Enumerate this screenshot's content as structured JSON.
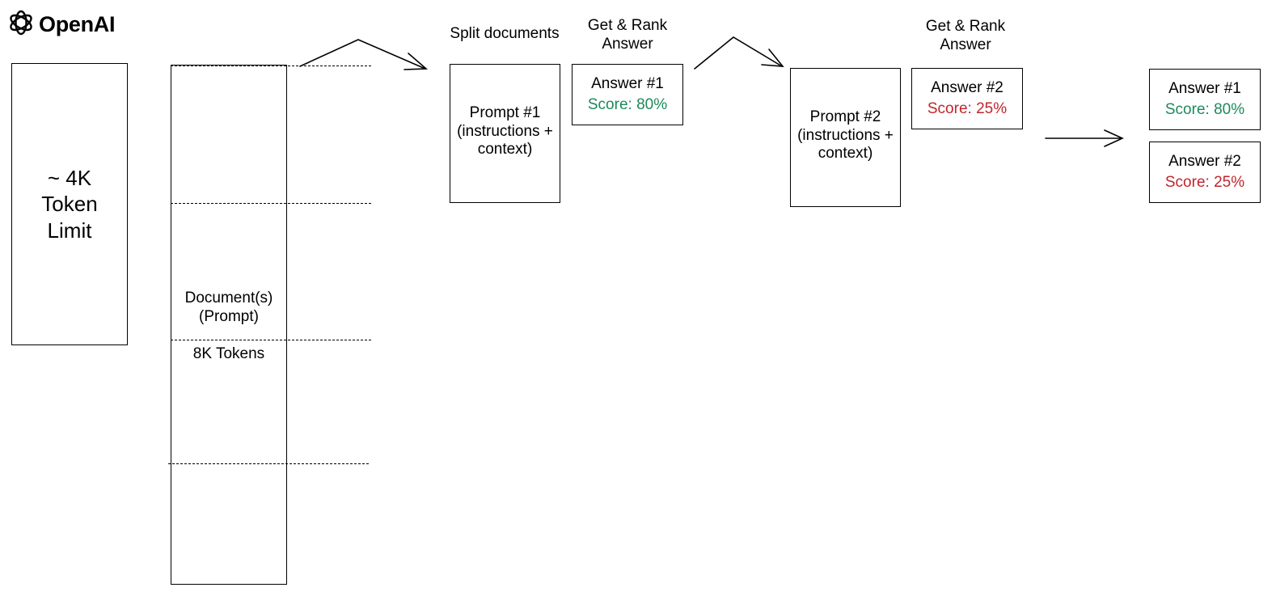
{
  "logo": {
    "text": "OpenAI",
    "icon": "openai-logo-icon"
  },
  "token_limit": {
    "line1": "~ 4K",
    "line2": "Token",
    "line3": "Limit"
  },
  "document": {
    "line1": "Document(s)",
    "line2": "(Prompt)",
    "tokens": "8K Tokens"
  },
  "headers": {
    "split": "Split documents",
    "rank1_line1": "Get & Rank",
    "rank1_line2": "Answer",
    "rank2_line1": "Get & Rank",
    "rank2_line2": "Answer"
  },
  "prompt1": {
    "line1": "Prompt #1",
    "line2": "(instructions +",
    "line3": "context)"
  },
  "prompt2": {
    "line1": "Prompt #2",
    "line2": "(instructions +",
    "line3": "context)"
  },
  "answer1": {
    "title": "Answer #1",
    "score": "Score: 80%"
  },
  "answer2": {
    "title": "Answer #2",
    "score": "Score: 25%"
  },
  "ranked": [
    {
      "title": "Answer #1",
      "score": "Score: 80%"
    },
    {
      "title": "Answer #2",
      "score": "Score: 25%"
    }
  ],
  "colors": {
    "good_score": "#1e8a5a",
    "bad_score": "#c0262b"
  }
}
